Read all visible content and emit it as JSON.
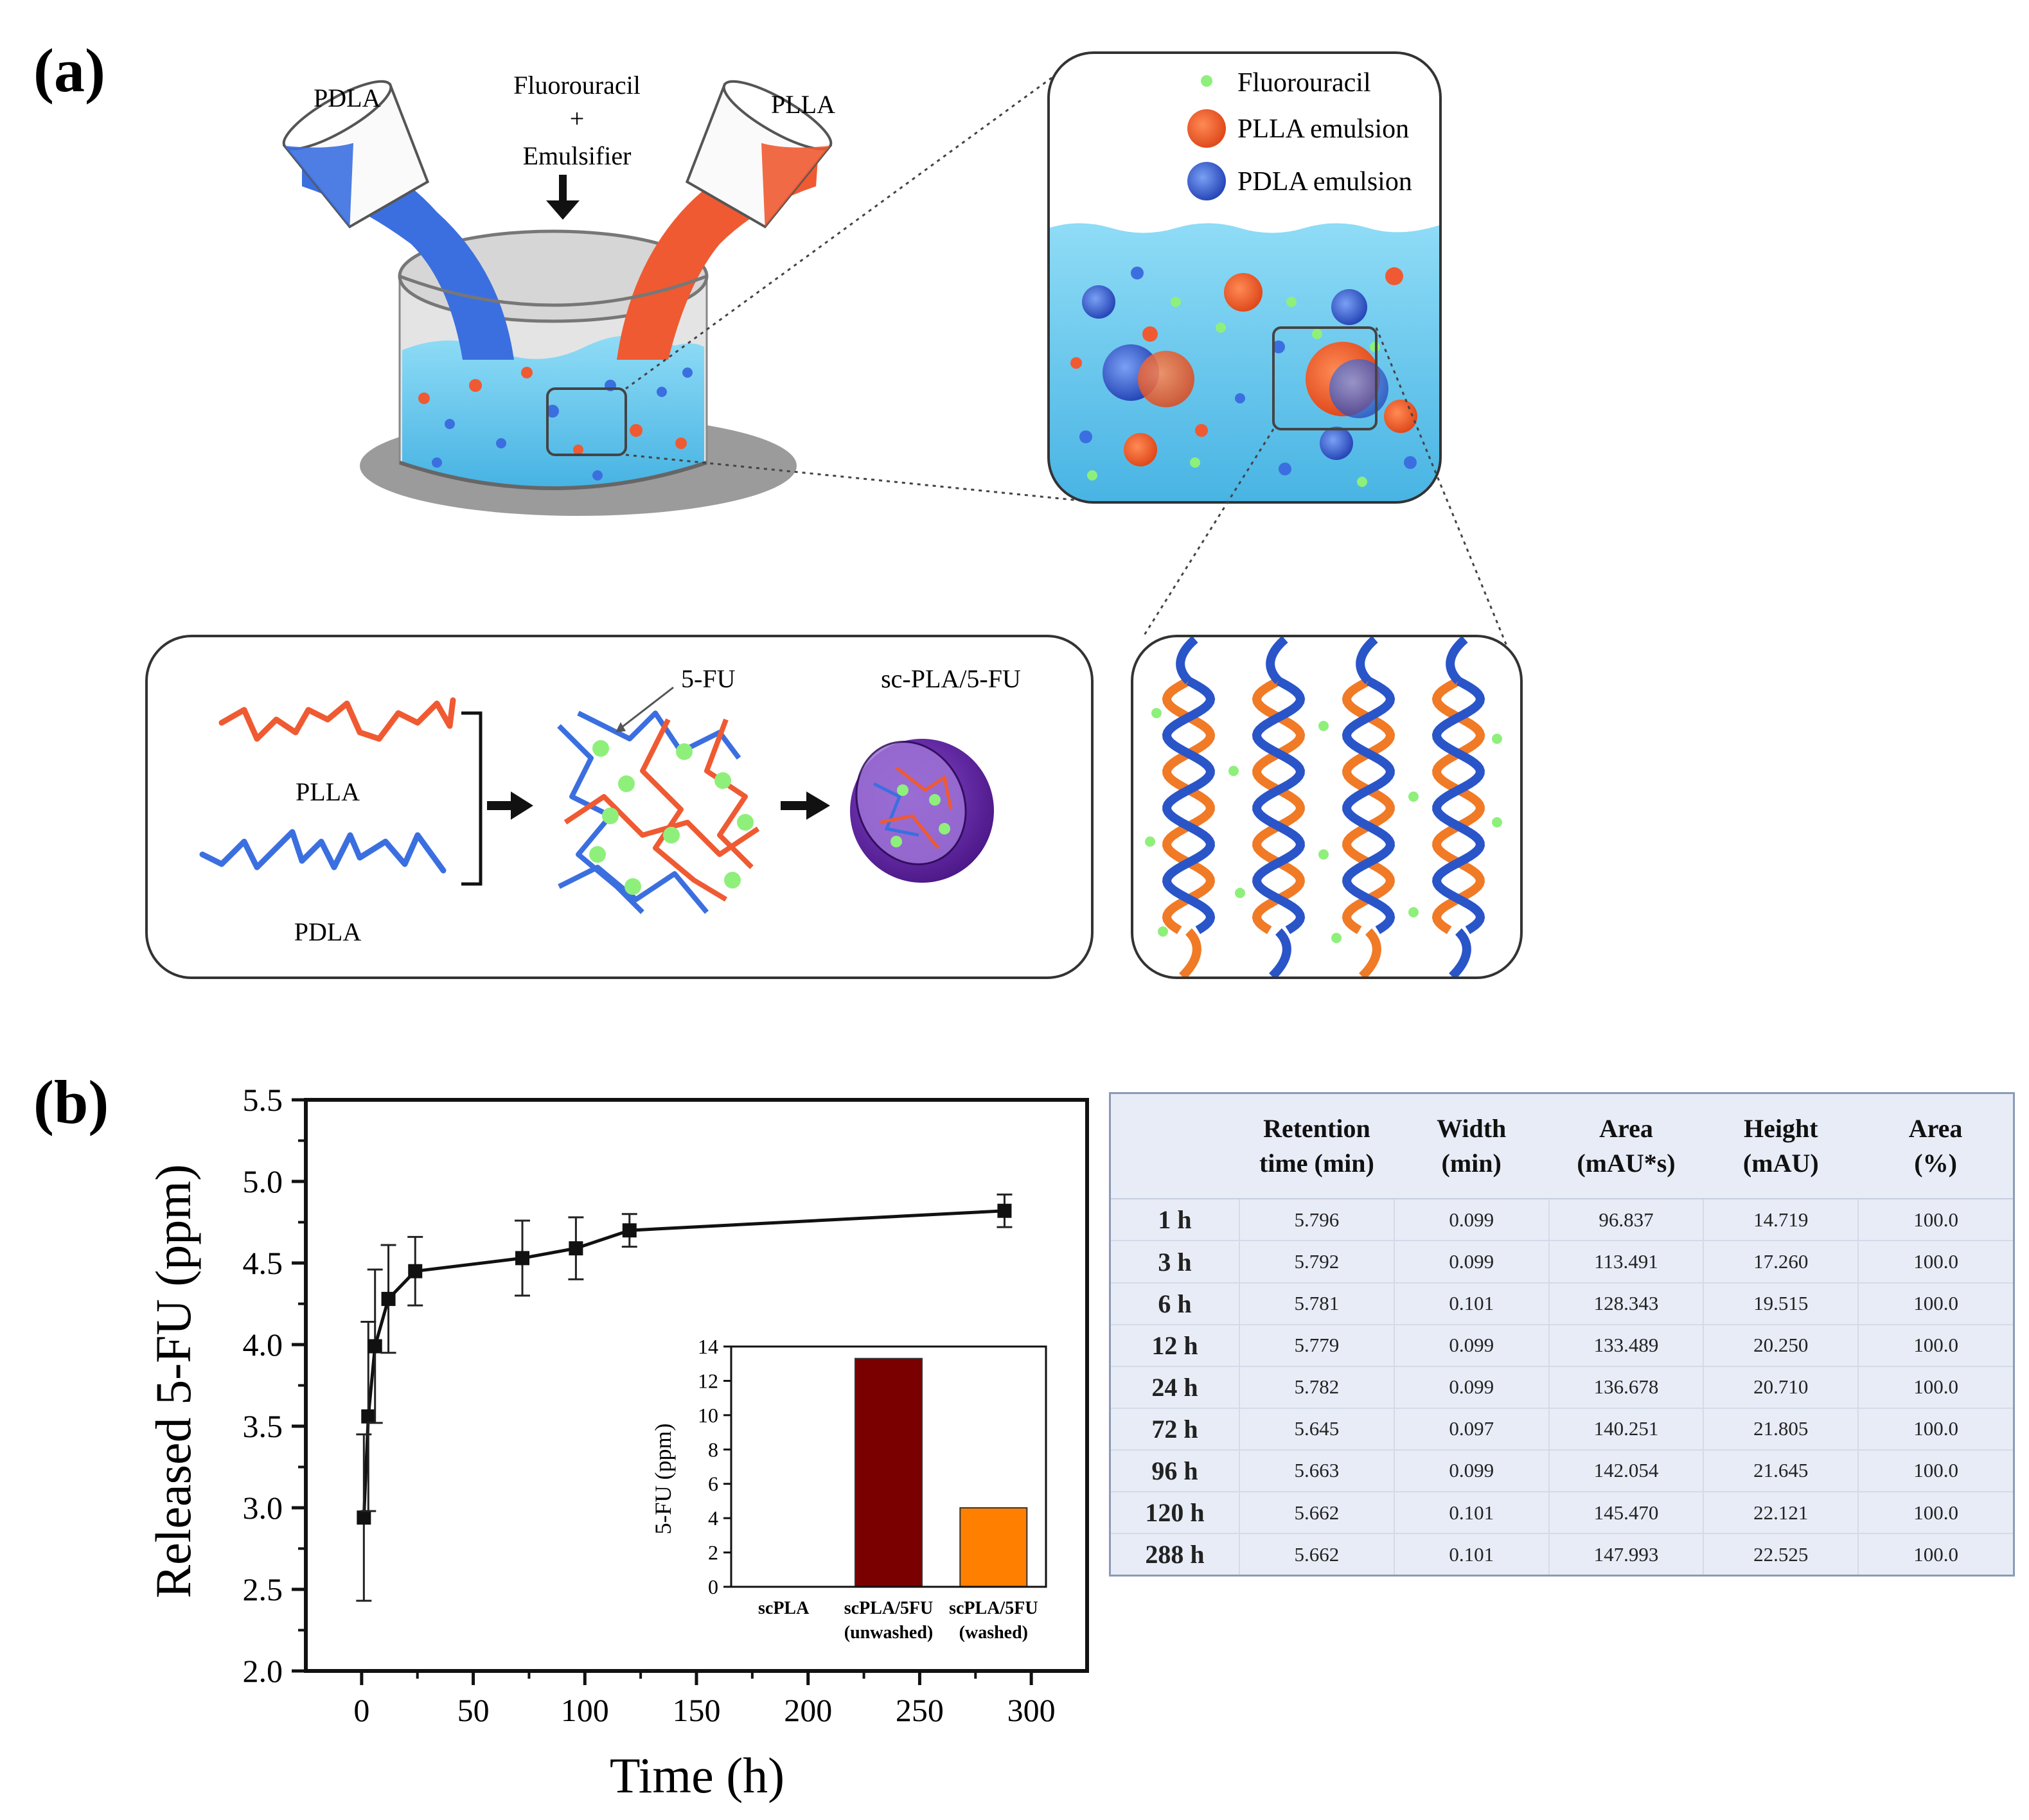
{
  "panel_a": {
    "label": "(a)",
    "pour_left_label": "PDLA",
    "pour_right_label": "PLLA",
    "additive_line1": "Fluorouracil",
    "additive_line2": "+",
    "additive_line3": "Emulsifier",
    "legend": {
      "item1": "Fluorouracil",
      "item2": "PLLA emulsion",
      "item3": "PDLA emulsion"
    },
    "mechanism": {
      "chain_top": "PLLA",
      "chain_bottom": "PDLA",
      "drug_label": "5-FU",
      "product_label": "sc-PLA/5-FU"
    },
    "colors": {
      "pdla": "#3b6fe0",
      "plla": "#ef5a32",
      "water": "#5fc3ea",
      "drug": "#8ef07a",
      "particle": "#6a2bb0"
    }
  },
  "panel_b": {
    "label": "(b)"
  },
  "chart_data": [
    {
      "type": "line",
      "xlabel": "Time (h)",
      "ylabel": "Released 5-FU (ppm)",
      "xlim": [
        -25,
        325
      ],
      "ylim": [
        2.0,
        5.5
      ],
      "x_ticks": [
        0,
        50,
        100,
        150,
        200,
        250,
        300
      ],
      "y_ticks": [
        2.0,
        2.5,
        3.0,
        3.5,
        4.0,
        4.5,
        5.0,
        5.5
      ],
      "x": [
        1,
        3,
        6,
        12,
        24,
        72,
        96,
        120,
        288
      ],
      "y": [
        2.94,
        3.56,
        3.99,
        4.28,
        4.45,
        4.53,
        4.59,
        4.7,
        4.82
      ],
      "yerr": [
        0.51,
        0.58,
        0.47,
        0.33,
        0.21,
        0.23,
        0.19,
        0.1,
        0.1
      ],
      "grid": false,
      "series_color": "#111111"
    },
    {
      "type": "bar",
      "ylabel": "5-FU (ppm)",
      "ylim": [
        0,
        14
      ],
      "y_ticks": [
        0,
        2,
        4,
        6,
        8,
        10,
        12,
        14
      ],
      "categories": [
        {
          "line1": "scPLA",
          "line2": ""
        },
        {
          "line1": "scPLA/5FU",
          "line2": "(unwashed)"
        },
        {
          "line1": "scPLA/5FU",
          "line2": "(washed)"
        }
      ],
      "values": [
        0,
        13.3,
        4.6
      ],
      "colors": [
        "#ffffff",
        "#7a0000",
        "#ff8000"
      ]
    },
    {
      "type": "table",
      "columns": [
        {
          "line1": "",
          "line2": ""
        },
        {
          "line1": "Retention",
          "line2": "time (min)"
        },
        {
          "line1": "Width",
          "line2": "(min)"
        },
        {
          "line1": "Area",
          "line2": "(mAU*s)"
        },
        {
          "line1": "Height",
          "line2": "(mAU)"
        },
        {
          "line1": "Area",
          "line2": "(%)"
        }
      ],
      "rows": [
        [
          "1 h",
          "5.796",
          "0.099",
          "96.837",
          "14.719",
          "100.0"
        ],
        [
          "3 h",
          "5.792",
          "0.099",
          "113.491",
          "17.260",
          "100.0"
        ],
        [
          "6 h",
          "5.781",
          "0.101",
          "128.343",
          "19.515",
          "100.0"
        ],
        [
          "12 h",
          "5.779",
          "0.099",
          "133.489",
          "20.250",
          "100.0"
        ],
        [
          "24 h",
          "5.782",
          "0.099",
          "136.678",
          "20.710",
          "100.0"
        ],
        [
          "72 h",
          "5.645",
          "0.097",
          "140.251",
          "21.805",
          "100.0"
        ],
        [
          "96 h",
          "5.663",
          "0.099",
          "142.054",
          "21.645",
          "100.0"
        ],
        [
          "120 h",
          "5.662",
          "0.101",
          "145.470",
          "22.121",
          "100.0"
        ],
        [
          "288 h",
          "5.662",
          "0.101",
          "147.993",
          "22.525",
          "100.0"
        ]
      ]
    }
  ]
}
